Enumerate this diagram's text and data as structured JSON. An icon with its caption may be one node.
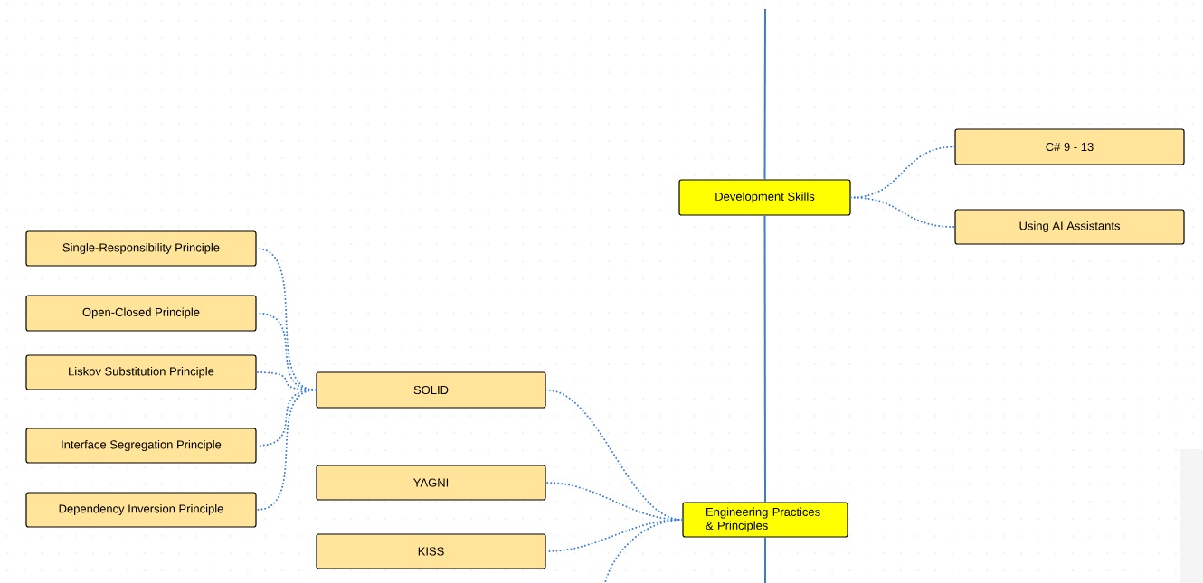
{
  "diagram": {
    "nodes": [
      {
        "text": [
          "Development Skills"
        ]
      },
      {
        "text": [
          "C# 9 - 13"
        ]
      },
      {
        "text": [
          "Using AI Assistants"
        ]
      },
      {
        "text": [
          "Engineering Practices & Principles"
        ]
      },
      {
        "text": [
          "SOLID"
        ]
      },
      {
        "text": [
          "YAGNI"
        ]
      },
      {
        "text": [
          "KISS"
        ]
      },
      {
        "text": [
          "Single-Responsibility Principle"
        ]
      },
      {
        "text": [
          "Open-Closed Principle"
        ]
      },
      {
        "text": [
          "Liskov Substitution Principle"
        ]
      },
      {
        "text": [
          "Interface Segregation Principle"
        ]
      },
      {
        "text": [
          "Dependency Inversion Principle"
        ]
      }
    ],
    "edges": [
      {
        "from": null,
        "to": 0,
        "arrow": "none"
      },
      {
        "from": 0,
        "to": 3,
        "arrow": "none"
      },
      {
        "from": 3,
        "to": null,
        "arrow": "none"
      },
      {
        "from": 0,
        "to": 1,
        "arrow": "none",
        "style": "dashed"
      },
      {
        "from": 0,
        "to": 2,
        "arrow": "none",
        "style": "dashed"
      },
      {
        "from": 3,
        "to": 4,
        "arrow": "none",
        "style": "dashed"
      },
      {
        "from": 3,
        "to": 5,
        "arrow": "none",
        "style": "dashed"
      },
      {
        "from": 3,
        "to": 6,
        "arrow": "none",
        "style": "dashed"
      },
      {
        "from": 3,
        "to": null,
        "arrow": "none",
        "style": "dashed"
      },
      {
        "from": 4,
        "to": 7,
        "arrow": "none",
        "style": "dashed"
      },
      {
        "from": 4,
        "to": 8,
        "arrow": "none",
        "style": "dashed"
      },
      {
        "from": 4,
        "to": 9,
        "arrow": "none",
        "style": "dashed"
      },
      {
        "from": 4,
        "to": 10,
        "arrow": "none",
        "style": "dashed"
      },
      {
        "from": 4,
        "to": 11,
        "arrow": "none",
        "style": "dashed"
      }
    ]
  }
}
